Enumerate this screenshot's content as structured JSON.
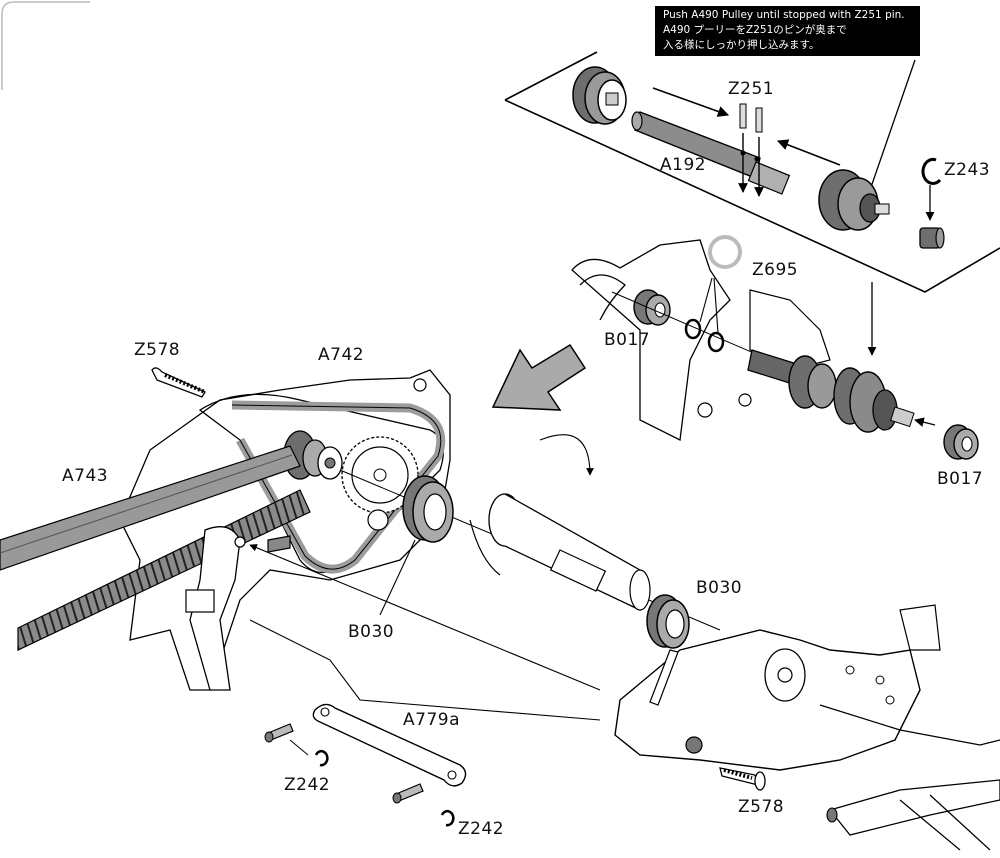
{
  "callout": {
    "line1": "Push A490 Pulley until stopped with Z251 pin.",
    "line2": "A490 プーリーをZ251のピンが奥まで",
    "line3": "入る様にしっかり押し込みます。"
  },
  "labels": {
    "z251": "Z251",
    "a192": "A192",
    "z243": "Z243",
    "z695": "Z695",
    "b017_left": "B017",
    "b017_right": "B017",
    "z578_top": "Z578",
    "a742": "A742",
    "a743": "A743",
    "b030_right": "B030",
    "b030_left": "B030",
    "a779a": "A779a",
    "z242_left": "Z242",
    "z242_right": "Z242",
    "z578_bottom": "Z578"
  }
}
